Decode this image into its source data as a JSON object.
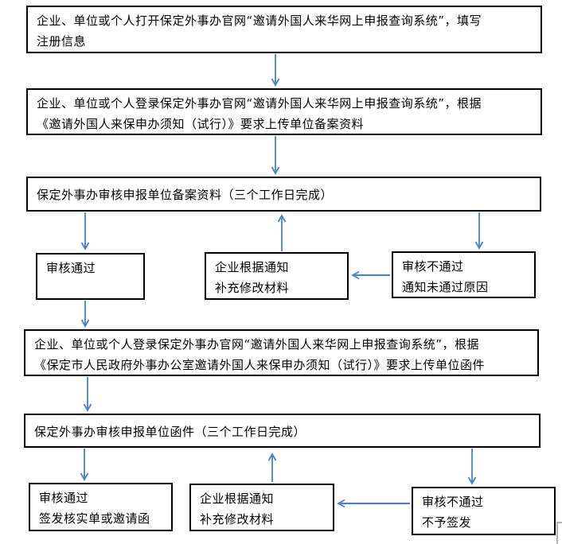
{
  "nodes": {
    "step1": "企业、单位或个人打开保定外事办官网“邀请外国人来华网上申报查询系统”，填写\n注册信息",
    "step2": "企业、单位或个人登录保定外事办官网“邀请外国人来华网上申报查询系统”，根据\n《邀请外国人来保申办须知（试行）》要求上传单位备案资料",
    "step3": "保定外事办审核申报单位备案资料（三个工作日完成）",
    "pass1": "审核通过",
    "fix1": "企业根据通知\n补充修改材料",
    "fail1": "审核不通过\n通知未通过原因",
    "step4": "企业、单位或个人登录保定外事办官网“邀请外国人来华网上申报查询系统”，根据\n《保定市人民政府外事办公室邀请外国人来保申办须知（试行）》要求上传单位函件",
    "step5": "保定外事办审核申报单位函件（三个工作日完成）",
    "pass2": "审核通过\n签发核实单或邀请函",
    "fix2": "企业根据通知\n补充修改材料",
    "fail2": "审核不通过\n不予签发"
  },
  "colors": {
    "arrow": "#4F81BD",
    "box_border": "#000000",
    "frame_corner": "#B3B3B3"
  }
}
